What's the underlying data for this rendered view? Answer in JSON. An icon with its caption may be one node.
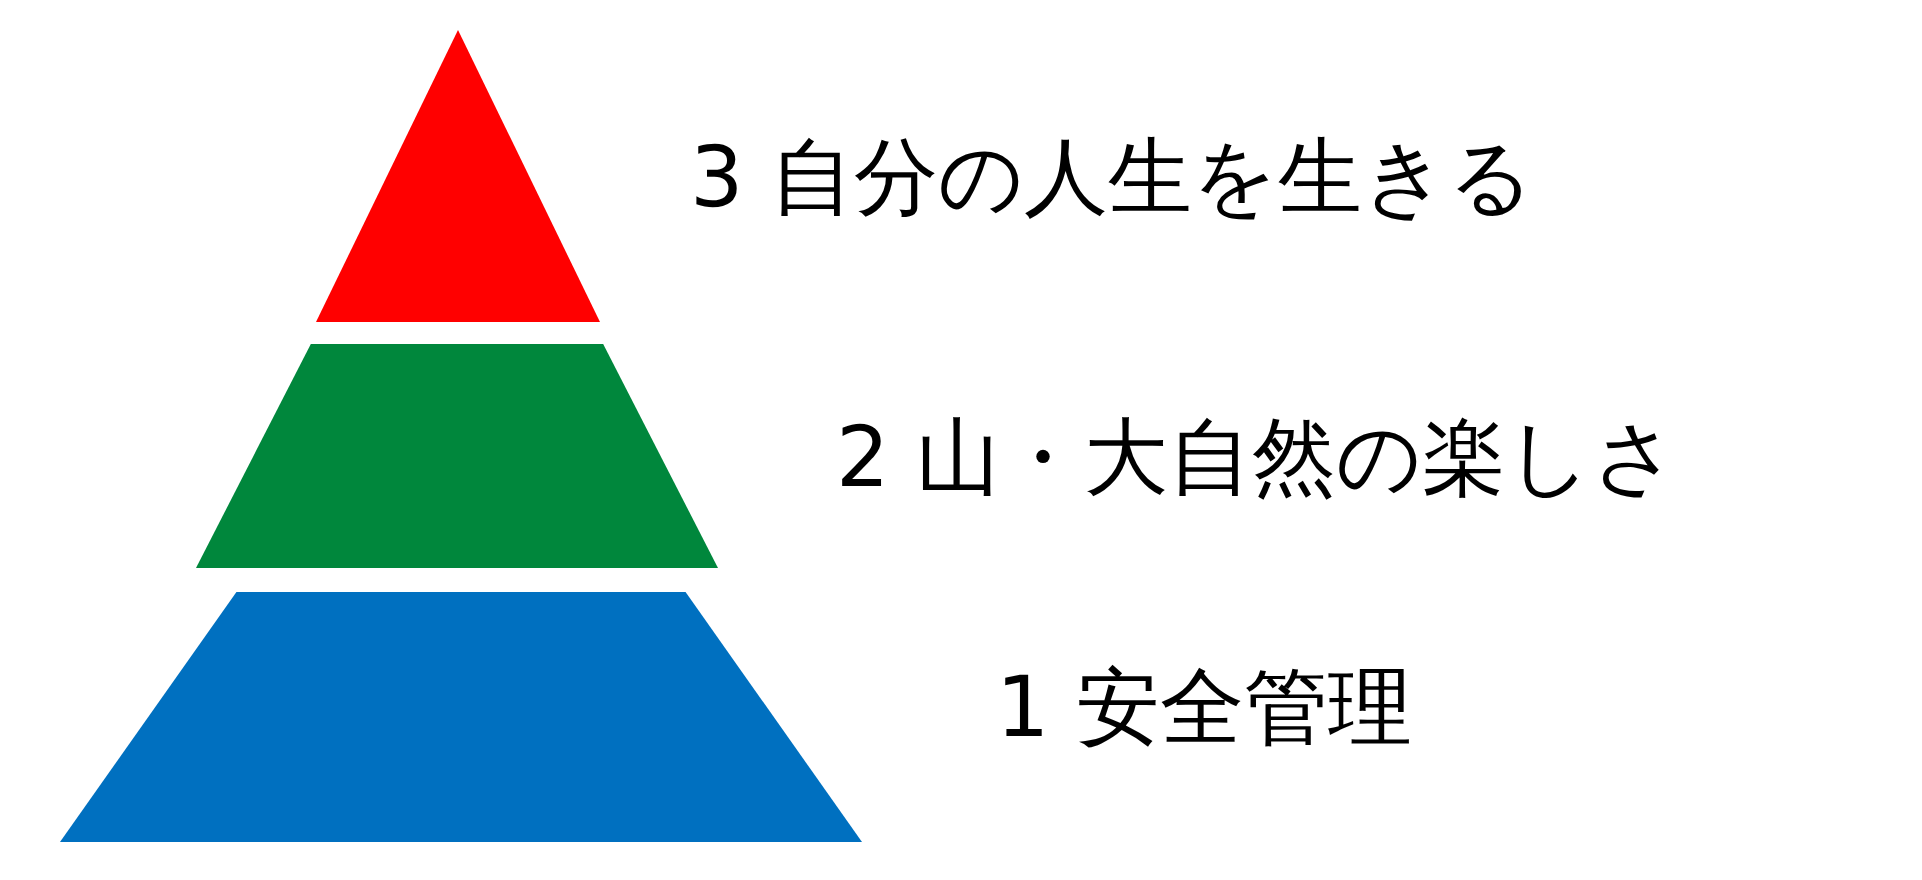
{
  "diagram": {
    "nodes": [
      {
        "text": [],
        "shape": "triangle",
        "beside": [
          "3 自分の人生を生きる"
        ]
      },
      {
        "text": [],
        "shape": "trapezoid",
        "beside": [
          "2 山・大自然の楽しさ"
        ]
      },
      {
        "text": [],
        "shape": "trapezoid",
        "beside": [
          "1 安全管理"
        ]
      }
    ]
  }
}
